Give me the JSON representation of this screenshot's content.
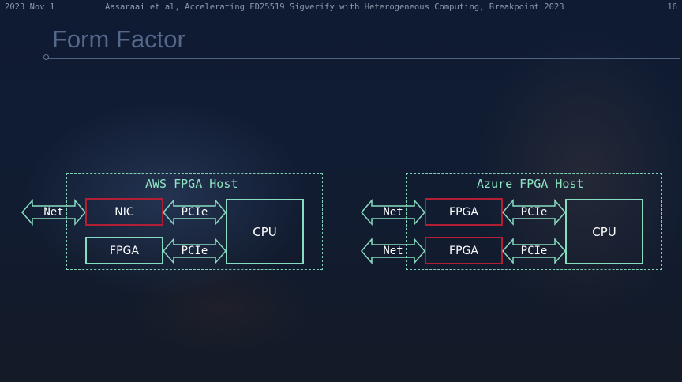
{
  "header": {
    "date": "2023 Nov 1",
    "citation": "Aasaraai et al, Accelerating ED25519 Sigverify with Heterogeneous Computing, Breakpoint 2023",
    "page_number": "16"
  },
  "slide": {
    "title": "Form Factor"
  },
  "colors": {
    "accent_green": "#88dcc0",
    "accent_red": "#b21f35",
    "title": "#55688c"
  },
  "aws": {
    "title": "AWS FPGA Host",
    "net_arrow": "Net",
    "nic": "NIC",
    "fpga": "FPGA",
    "pcie_top": "PCIe",
    "pcie_bottom": "PCIe",
    "cpu": "CPU"
  },
  "azure": {
    "title": "Azure FPGA Host",
    "net_top": "Net",
    "net_bottom": "Net",
    "fpga_top": "FPGA",
    "fpga_bottom": "FPGA",
    "pcie_top": "PCIe",
    "pcie_bottom": "PCIe",
    "cpu": "CPU"
  }
}
